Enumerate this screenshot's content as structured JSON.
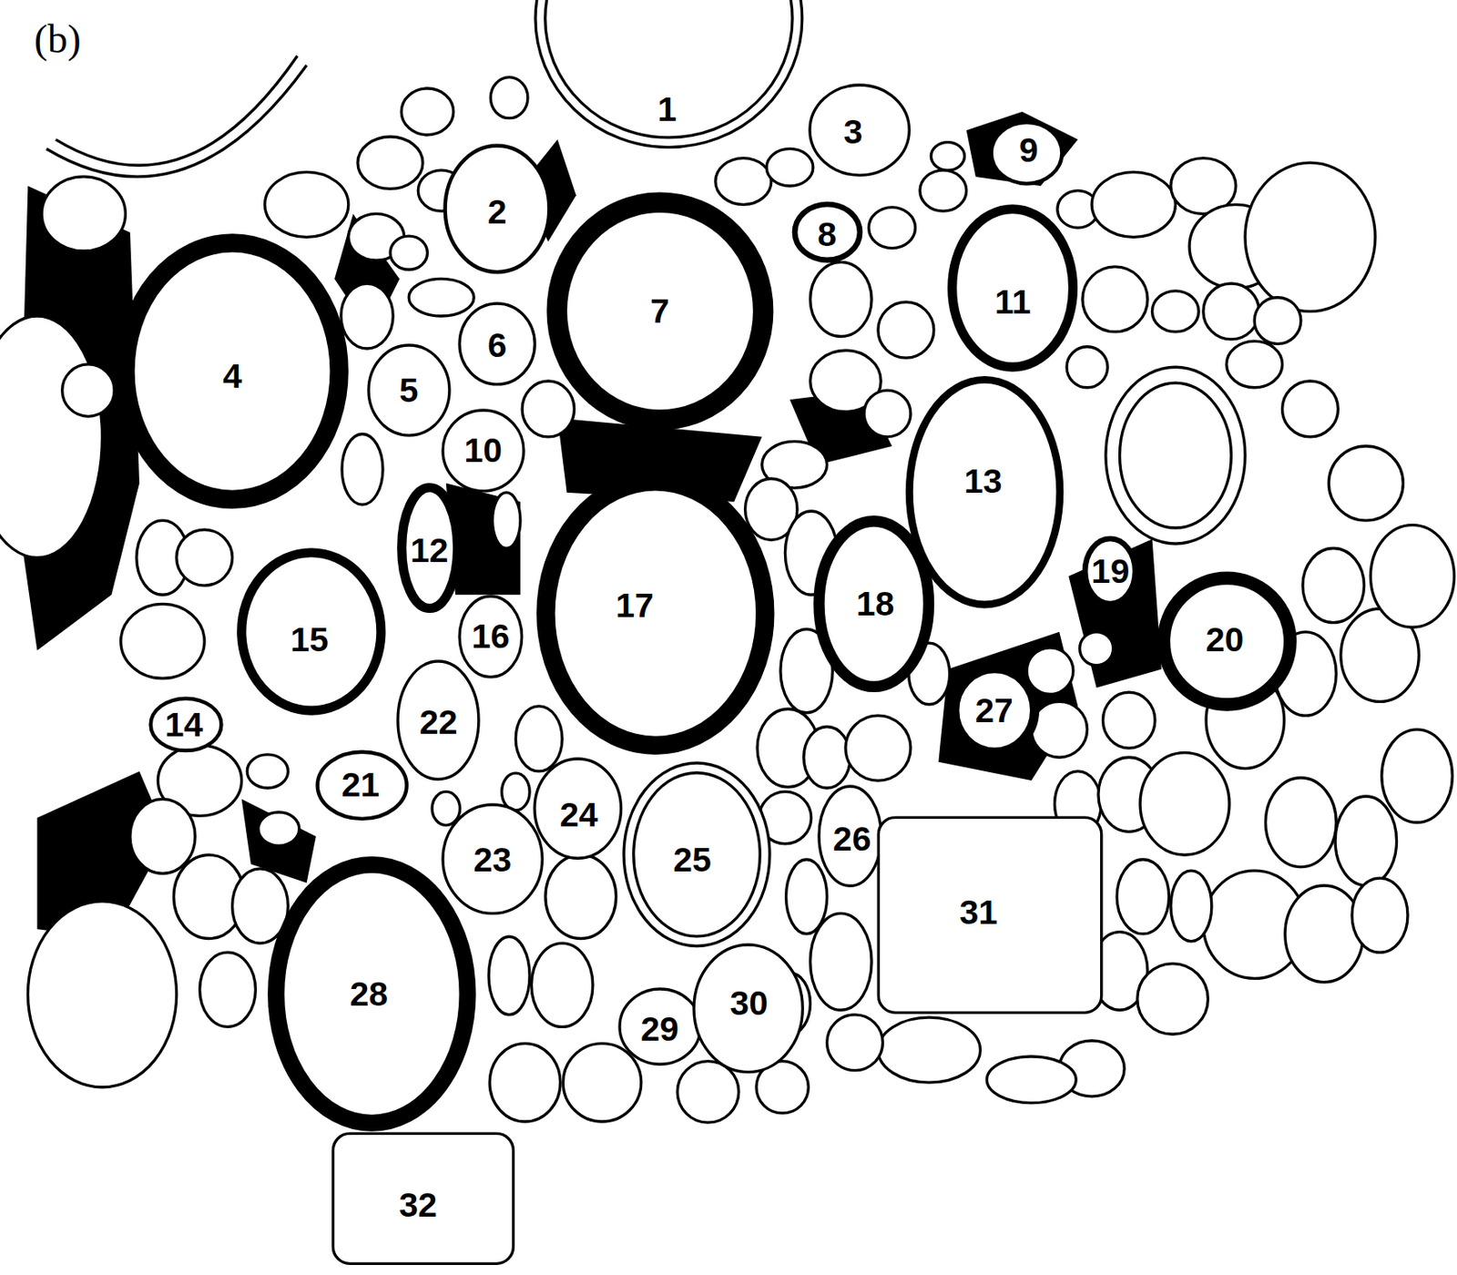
{
  "diagram": {
    "nodes": [
      {
        "text": [
          "1"
        ]
      },
      {
        "text": [
          "2"
        ]
      },
      {
        "text": [
          "3"
        ]
      },
      {
        "text": [
          "4"
        ]
      },
      {
        "text": [
          "5"
        ]
      },
      {
        "text": [
          "6"
        ]
      },
      {
        "text": [
          "7"
        ]
      },
      {
        "text": [
          "8"
        ]
      },
      {
        "text": [
          "9"
        ]
      },
      {
        "text": [
          "10"
        ]
      },
      {
        "text": [
          "11"
        ]
      },
      {
        "text": [
          "12"
        ]
      },
      {
        "text": [
          "13"
        ]
      },
      {
        "text": [
          "14"
        ]
      },
      {
        "text": [
          "15"
        ]
      },
      {
        "text": [
          "16"
        ]
      },
      {
        "text": [
          "17"
        ]
      },
      {
        "text": [
          "18"
        ]
      },
      {
        "text": [
          "19"
        ]
      },
      {
        "text": [
          "20"
        ]
      },
      {
        "text": [
          "21"
        ]
      },
      {
        "text": [
          "22"
        ]
      },
      {
        "text": [
          "23"
        ]
      },
      {
        "text": [
          "24"
        ]
      },
      {
        "text": [
          "25"
        ]
      },
      {
        "text": [
          "26"
        ]
      },
      {
        "text": [
          "27"
        ]
      },
      {
        "text": [
          "28"
        ]
      },
      {
        "text": [
          "29"
        ]
      },
      {
        "text": [
          "30"
        ]
      },
      {
        "text": [
          "31"
        ]
      },
      {
        "text": [
          "32"
        ]
      }
    ],
    "labels": [
      "(b)"
    ]
  }
}
